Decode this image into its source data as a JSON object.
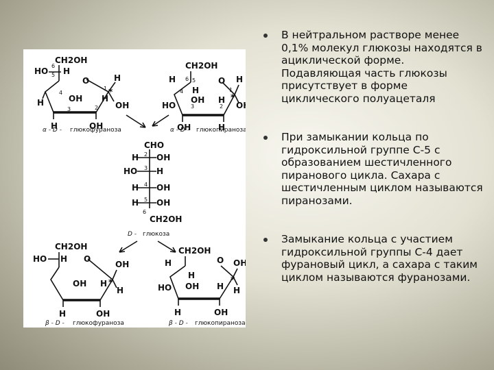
{
  "figure": {
    "top_left": {
      "caption_prefix": "α - D -",
      "caption_name": "глюкофураноза",
      "ring_oxygen": "O",
      "labels": [
        "CH2OH",
        "HO",
        "H",
        "H",
        "H",
        "OH",
        "H",
        "OH",
        "H",
        "OH"
      ],
      "numbers": [
        "6",
        "5",
        "4",
        "3",
        "2",
        "1",
        "*"
      ]
    },
    "top_right": {
      "caption_prefix": "α - D -",
      "caption_name": "глюкопираноза",
      "ring_oxygen": "O",
      "labels": [
        "CH2OH",
        "H",
        "H",
        "H",
        "OH",
        "HO",
        "OH",
        "H",
        "OH",
        "H"
      ],
      "numbers": [
        "6",
        "5",
        "4",
        "3",
        "2",
        "1",
        "*"
      ]
    },
    "center": {
      "caption_prefix": "D -",
      "caption_name": "глюкоза",
      "top": "CHO",
      "rows": [
        {
          "left": "H",
          "num": "2",
          "right": "OH"
        },
        {
          "left": "HO",
          "num": "3",
          "right": "H"
        },
        {
          "left": "H",
          "num": "4",
          "right": "OH"
        },
        {
          "left": "H",
          "num": "5",
          "right": "OH"
        }
      ],
      "num6": "6",
      "bottom": "CH2OH"
    },
    "bottom_left": {
      "caption_prefix": "β - D -",
      "caption_name": "глюкофураноза",
      "ring_oxygen": "O",
      "labels": [
        "CH2OH",
        "HO",
        "H",
        "OH",
        "H",
        "OH",
        "H",
        "H",
        "OH"
      ],
      "numbers": [
        "*"
      ]
    },
    "bottom_right": {
      "caption_prefix": "β - D -",
      "caption_name": "глюкопираноза",
      "ring_oxygen": "O",
      "labels": [
        "CH2OH",
        "H",
        "OH",
        "H",
        "HO",
        "OH",
        "H",
        "H",
        "H",
        "OH"
      ],
      "numbers": [
        "*"
      ]
    }
  },
  "bullets": [
    "В нейтральном растворе менее 0,1% молекул глюкозы находятся в ациклической форме. Подавляющая часть глюкозы присутствует в форме циклического полуацеталя",
    "При замыкании кольца  по гидроксильной группе С-5 с образованием шестичленного пиранового цикла. Сахара с шестичленным циклом называются пиранозами.",
    "Замыкание кольца с участием гидроксильной группы С-4 дает фурановый цикл, а сахара с таким циклом называются фуранозами."
  ]
}
